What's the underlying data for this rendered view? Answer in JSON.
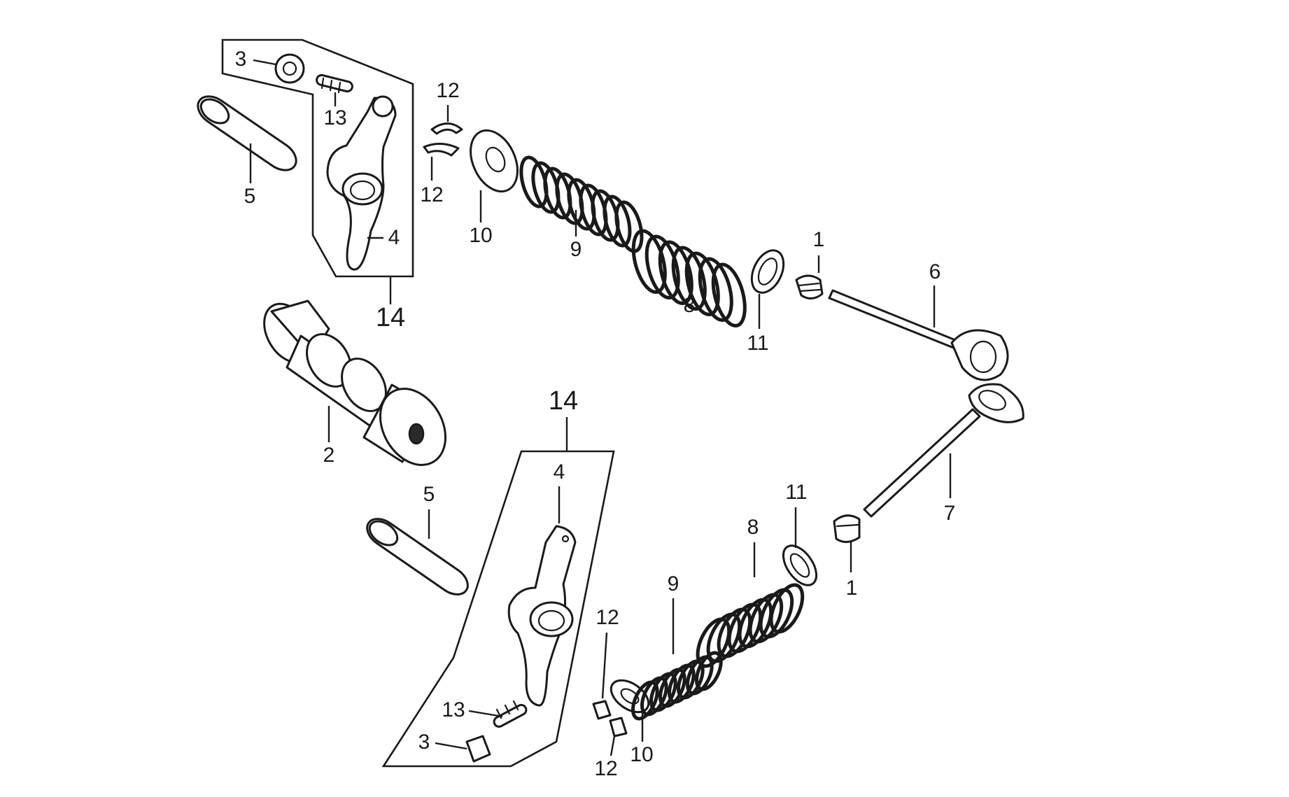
{
  "callouts": {
    "top_group": {
      "nut": "3",
      "adjuster_screw": "13",
      "rocker_shaft": "5",
      "rocker_arm": "4",
      "assembly": "14",
      "cotter_upper": "12",
      "cotter_lower": "12",
      "spring_retainer": "10",
      "inner_spring": "9",
      "outer_spring": "8",
      "spring_seat": "11",
      "stem_seal": "1",
      "valve": "6"
    },
    "camshaft": "2",
    "bottom_group": {
      "assembly": "14",
      "rocker_arm": "4",
      "rocker_shaft": "5",
      "adjuster_screw": "13",
      "nut": "3",
      "cotter_upper": "12",
      "cotter_lower": "12",
      "spring_retainer": "10",
      "inner_spring": "9",
      "outer_spring": "8",
      "spring_seat": "11",
      "stem_seal": "1",
      "valve": "7"
    }
  }
}
